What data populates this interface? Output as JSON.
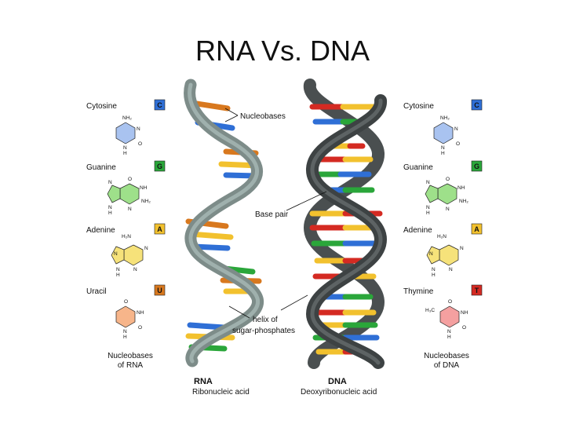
{
  "title": "RNA Vs. DNA",
  "rna_bases": [
    {
      "name": "Cytosine",
      "letter": "C",
      "color": "#2f6fd6"
    },
    {
      "name": "Guanine",
      "letter": "G",
      "color": "#2aa63a"
    },
    {
      "name": "Adenine",
      "letter": "A",
      "color": "#f2c12e"
    },
    {
      "name": "Uracil",
      "letter": "U",
      "color": "#d8781e"
    }
  ],
  "dna_bases": [
    {
      "name": "Cytosine",
      "letter": "C",
      "color": "#2f6fd6"
    },
    {
      "name": "Guanine",
      "letter": "G",
      "color": "#2aa63a"
    },
    {
      "name": "Adenine",
      "letter": "A",
      "color": "#f2c12e"
    },
    {
      "name": "Thymine",
      "letter": "T",
      "color": "#d42a22"
    }
  ],
  "rna_group_label": [
    "Nucleobases",
    "of RNA"
  ],
  "dna_group_label": [
    "Nucleobases",
    "of DNA"
  ],
  "callouts": {
    "nucleobases": "Nucleobases",
    "base_pair": "Base pair",
    "helix_line1": "helix of",
    "helix_line2": "sugar-phosphates"
  },
  "rna_caption": {
    "title": "RNA",
    "subtitle": "Ribonucleic acid"
  },
  "dna_caption": {
    "title": "DNA",
    "subtitle": "Deoxyribonucleic acid"
  },
  "molecule_atoms": {
    "nh2": "NH₂",
    "n": "N",
    "h": "H",
    "o": "O",
    "nh": "NH",
    "h2n": "H₂N",
    "h3c": "H₃C"
  },
  "colors": {
    "rna_backbone": "#7d8c89",
    "dna_backbone": "#4a4f50",
    "cytosine": "#2f6fd6",
    "guanine": "#2aa63a",
    "adenine": "#f2c12e",
    "uracil": "#d8781e",
    "thymine": "#d42a22",
    "cytosine_ring": "#a9c3f0",
    "guanine_ring": "#9ee08a",
    "adenine_ring": "#f6e27a",
    "uracil_ring": "#f7b58a",
    "thymine_ring": "#f4a0a0"
  }
}
